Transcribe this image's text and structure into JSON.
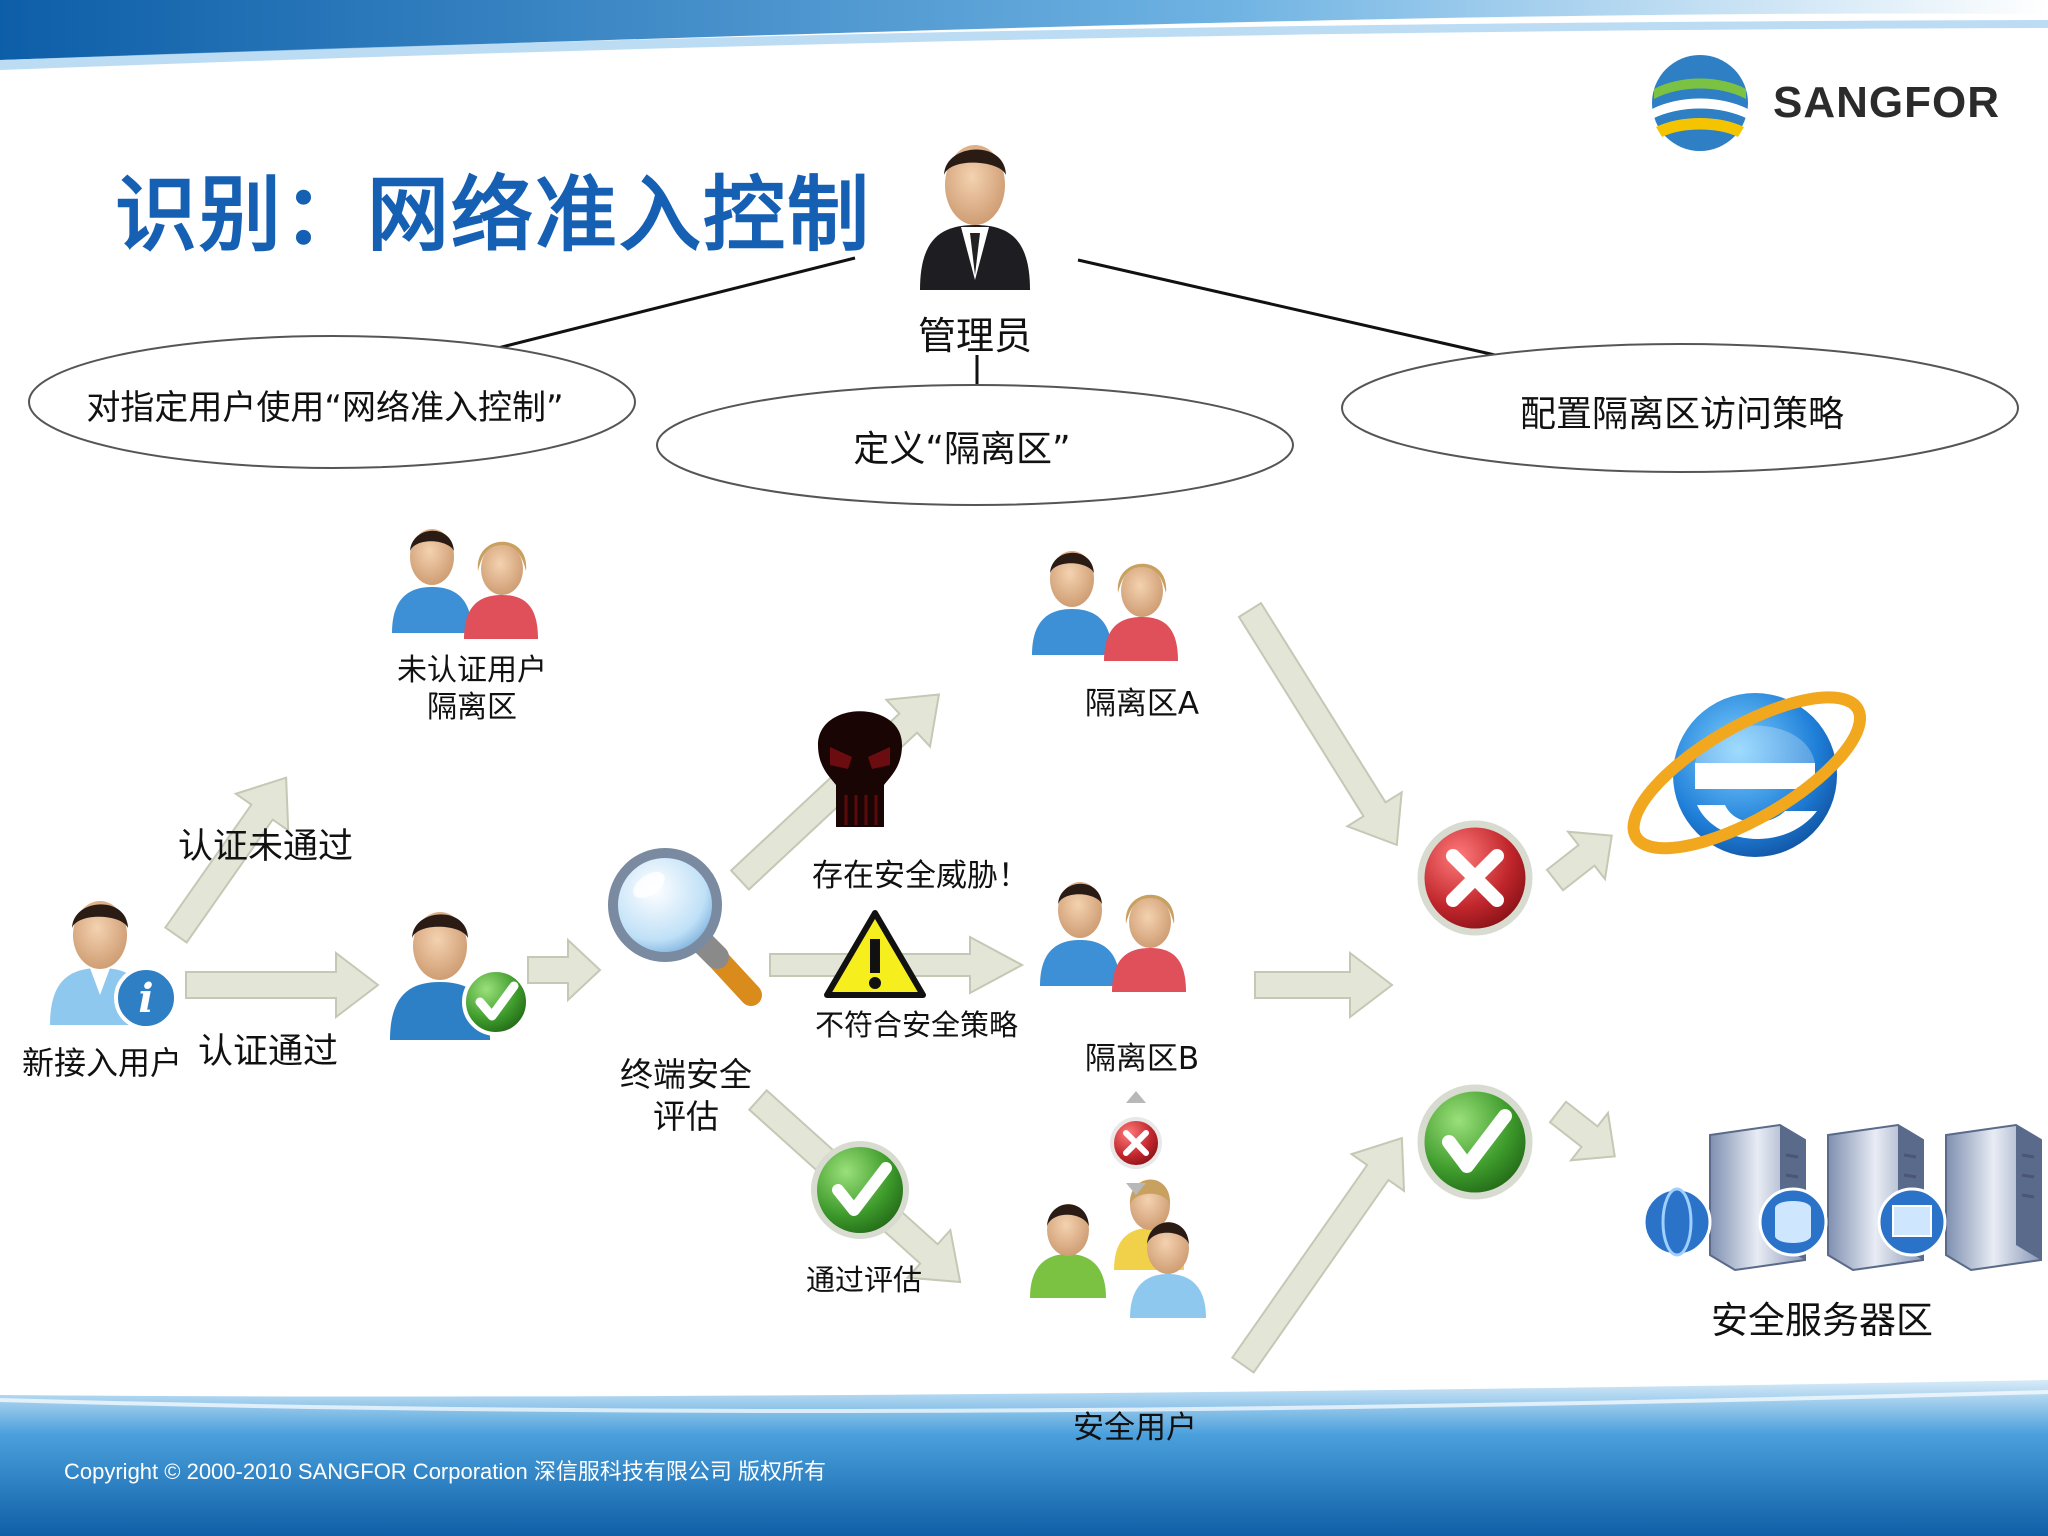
{
  "title": "识别：网络准入控制",
  "logo": {
    "text": "SANGFOR"
  },
  "admin": {
    "label": "管理员"
  },
  "ovals": {
    "left": "对指定用户使用“网络准入控制”",
    "center": "定义“隔离区”",
    "right": "配置隔离区访问策略"
  },
  "nodes": {
    "new_user": "新接入用户",
    "unauth_zone_line1": "未认证用户",
    "unauth_zone_line2": "隔离区",
    "assess_line1": "终端安全",
    "assess_line2": "评估",
    "zone_a": "隔离区A",
    "zone_b": "隔离区B",
    "safe_users": "安全用户",
    "server_zone": "安全服务器区"
  },
  "edges": {
    "auth_fail": "认证未通过",
    "auth_pass": "认证通过",
    "threat": "存在安全威胁！",
    "policy_fail": "不符合安全策略",
    "assess_pass": "通过评估"
  },
  "footer": {
    "copyright": "Copyright © 2000-2010 SANGFOR Corporation  深信服科技有限公司    版权所有"
  },
  "colors": {
    "title": "#1660b4",
    "arrow": "#e3e6d6",
    "arrow_stroke": "#c4c8b4",
    "reject": "#c0262c",
    "accept": "#3d9a2b"
  }
}
